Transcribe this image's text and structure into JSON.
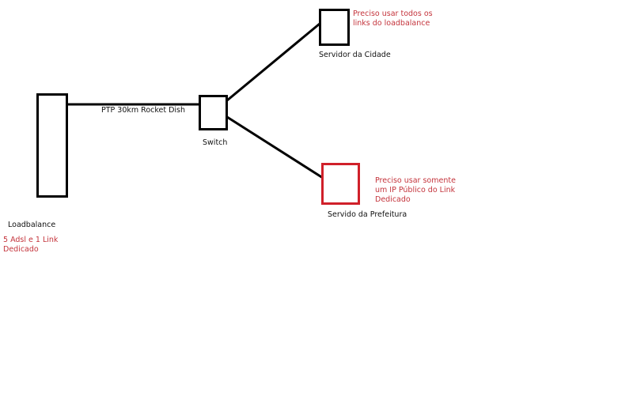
{
  "colors": {
    "black": "#000000",
    "red_box": "#d0202a",
    "red_text": "#c4343c"
  },
  "nodes": {
    "loadbalance": {
      "label": "Loadbalance",
      "note": [
        "5 Adsl e 1 Link",
        "Dedicado"
      ]
    },
    "switch": {
      "label": "Switch"
    },
    "servidor_cidade": {
      "label": "Servidor da Cidade",
      "note": [
        "Preciso usar todos os",
        "links do loadbalance"
      ]
    },
    "servidor_prefeitura": {
      "label": "Servido da Prefeitura",
      "note": [
        "Preciso usar somente",
        "um IP Público do Link",
        "Dedicado"
      ]
    }
  },
  "links": {
    "ptp": {
      "label": "PTP 30km Rocket Dish"
    }
  }
}
